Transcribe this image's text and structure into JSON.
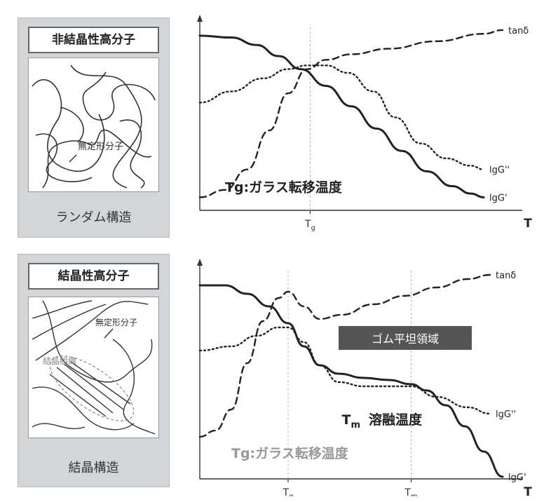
{
  "panels": [
    {
      "card": {
        "title": "非結晶性高分子",
        "caption": "ランダム構造",
        "sketch_label": "無定形分子"
      },
      "chart_data": {
        "type": "line",
        "xlabel": "T",
        "ticks": [
          {
            "label": "T",
            "sub": "g",
            "x": 35
          }
        ],
        "series": [
          {
            "name": "tanδ",
            "style": "dashed",
            "points": [
              [
                0,
                7
              ],
              [
                8,
                11
              ],
              [
                15,
                22
              ],
              [
                22,
                43
              ],
              [
                28,
                63
              ],
              [
                34,
                76
              ],
              [
                40,
                81
              ],
              [
                48,
                84
              ],
              [
                60,
                87
              ],
              [
                75,
                91
              ],
              [
                90,
                95
              ],
              [
                96,
                97
              ]
            ]
          },
          {
            "name": "lgG''",
            "style": "dotted",
            "points": [
              [
                0,
                58
              ],
              [
                10,
                64
              ],
              [
                20,
                71
              ],
              [
                28,
                76
              ],
              [
                34,
                78
              ],
              [
                40,
                78
              ],
              [
                47,
                74
              ],
              [
                55,
                64
              ],
              [
                62,
                50
              ],
              [
                70,
                36
              ],
              [
                78,
                28
              ],
              [
                86,
                24
              ],
              [
                90,
                22
              ]
            ]
          },
          {
            "name": "lgG'",
            "style": "solid",
            "points": [
              [
                0,
                94
              ],
              [
                10,
                93
              ],
              [
                18,
                89
              ],
              [
                25,
                83
              ],
              [
                32,
                76
              ],
              [
                40,
                67
              ],
              [
                48,
                56
              ],
              [
                56,
                44
              ],
              [
                64,
                32
              ],
              [
                72,
                21
              ],
              [
                80,
                13
              ],
              [
                86,
                9
              ],
              [
                90,
                7
              ]
            ]
          }
        ],
        "annotations": [
          {
            "text": "Tg:ガラス転移温度",
            "x": 8,
            "y": 10,
            "color": "#222",
            "weight": "bold"
          }
        ]
      }
    },
    {
      "card": {
        "title": "結晶性高分子",
        "caption": "結晶構造",
        "sketch_label": "無定形分子",
        "sketch_label2": "結晶組織"
      },
      "chart_data": {
        "type": "line",
        "xlabel": "T",
        "ticks": [
          {
            "label": "T",
            "sub": "g",
            "x": 28
          },
          {
            "label": "T",
            "sub": "m",
            "x": 67
          }
        ],
        "series": [
          {
            "name": "tanδ",
            "style": "dashed",
            "points": [
              [
                0,
                20
              ],
              [
                5,
                23
              ],
              [
                10,
                33
              ],
              [
                15,
                55
              ],
              [
                20,
                75
              ],
              [
                25,
                86
              ],
              [
                28,
                89
              ],
              [
                33,
                82
              ],
              [
                38,
                76
              ],
              [
                45,
                78
              ],
              [
                55,
                83
              ],
              [
                65,
                87
              ],
              [
                75,
                91
              ],
              [
                85,
                95
              ],
              [
                92,
                97
              ]
            ]
          },
          {
            "name": "lgG''",
            "style": "dotted",
            "points": [
              [
                0,
                61
              ],
              [
                10,
                63
              ],
              [
                18,
                68
              ],
              [
                25,
                72
              ],
              [
                28,
                72
              ],
              [
                33,
                65
              ],
              [
                38,
                54
              ],
              [
                44,
                46
              ],
              [
                52,
                44
              ],
              [
                60,
                44
              ],
              [
                67,
                44
              ],
              [
                75,
                39
              ],
              [
                85,
                34
              ],
              [
                92,
                31
              ]
            ]
          },
          {
            "name": "lgG'",
            "style": "solid",
            "points": [
              [
                0,
                92
              ],
              [
                8,
                92
              ],
              [
                15,
                88
              ],
              [
                22,
                82
              ],
              [
                28,
                74
              ],
              [
                33,
                63
              ],
              [
                38,
                54
              ],
              [
                44,
                50
              ],
              [
                52,
                48
              ],
              [
                60,
                47
              ],
              [
                67,
                45
              ],
              [
                72,
                42
              ],
              [
                78,
                35
              ],
              [
                84,
                25
              ],
              [
                90,
                13
              ],
              [
                96,
                1
              ]
            ]
          }
        ],
        "plateau_label": "ゴム平坦領域",
        "annotations": [
          {
            "text": "T",
            "sub": "m",
            "after": "溶融温度",
            "x": 45,
            "y": 26,
            "color": "#222",
            "weight": "bold"
          },
          {
            "text": "Tg:ガラス転移温度",
            "x": 10,
            "y": 10,
            "color": "#999",
            "weight": "bold"
          }
        ]
      }
    }
  ]
}
